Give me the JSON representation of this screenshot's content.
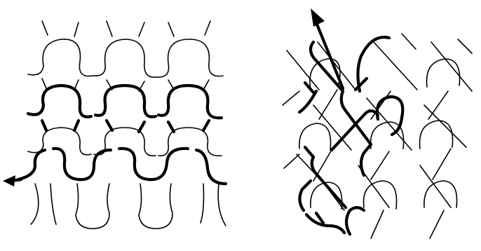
{
  "figure": {
    "panels": [
      {
        "id": "left",
        "subject": "weft-knitted-loops-course-path",
        "arrow_direction": "left"
      },
      {
        "id": "right",
        "subject": "warp-knitted-loops-wale-path",
        "arrow_direction": "up-left"
      }
    ],
    "colors": {
      "ink": "#000000",
      "background": "#ffffff"
    }
  }
}
